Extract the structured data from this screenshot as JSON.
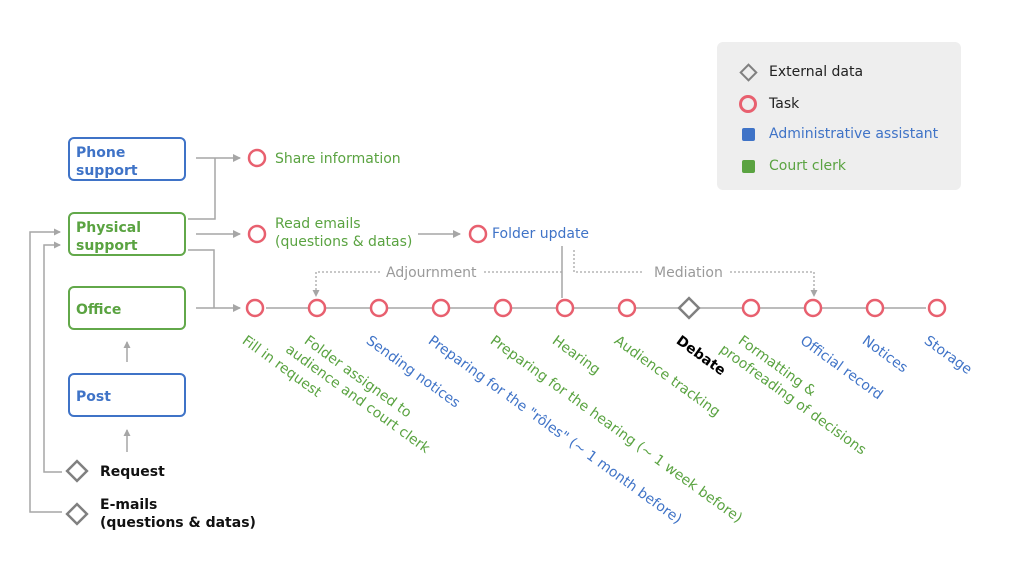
{
  "legend": {
    "items": [
      {
        "label": "External data",
        "kind": "diamond",
        "color": "#808080"
      },
      {
        "label": "Task",
        "kind": "ring",
        "color": "#e8606f"
      },
      {
        "label": "Administrative assistant",
        "kind": "square",
        "color": "#3f73c7"
      },
      {
        "label": "Court clerk",
        "kind": "square",
        "color": "#5aa341"
      }
    ]
  },
  "sources": {
    "phone": [
      "Phone",
      "support"
    ],
    "physical": [
      "Physical",
      "support"
    ],
    "office": "Office",
    "post": "Post"
  },
  "inputs": {
    "request": "Request",
    "emails": [
      "E-mails",
      "(questions & datas)"
    ]
  },
  "branch_tasks": {
    "share": "Share information",
    "read_emails": [
      "Read emails",
      "(questions & datas)"
    ],
    "folder_update": "Folder update"
  },
  "loops": {
    "adjournment": "Adjournment",
    "mediation": "Mediation"
  },
  "timeline": [
    {
      "lines": [
        "Fill in request"
      ],
      "role": "clerk",
      "kind": "task"
    },
    {
      "lines": [
        "Folder assigned to",
        "audience and court clerk"
      ],
      "role": "clerk",
      "kind": "task"
    },
    {
      "lines": [
        "Sending notices"
      ],
      "role": "assistant",
      "kind": "task"
    },
    {
      "lines": [
        "Preparing for the \"rôles\" (~ 1 month before)"
      ],
      "role": "assistant",
      "kind": "task"
    },
    {
      "lines": [
        "Preparing for the hearing  (~ 1 week before)"
      ],
      "role": "clerk",
      "kind": "task"
    },
    {
      "lines": [
        "Hearing"
      ],
      "role": "clerk",
      "kind": "task"
    },
    {
      "lines": [
        "Audience tracking"
      ],
      "role": "clerk",
      "kind": "task"
    },
    {
      "lines": [
        "Debate"
      ],
      "role": "external",
      "kind": "diamond"
    },
    {
      "lines": [
        "Formatting &",
        "proofreading of decisions"
      ],
      "role": "clerk",
      "kind": "task"
    },
    {
      "lines": [
        "Official record"
      ],
      "role": "assistant",
      "kind": "task"
    },
    {
      "lines": [
        "Notices"
      ],
      "role": "assistant",
      "kind": "task"
    },
    {
      "lines": [
        "Storage"
      ],
      "role": "assistant",
      "kind": "task"
    }
  ],
  "colors": {
    "task_ring": "#e8606f",
    "assistant": "#3f73c7",
    "clerk": "#5aa341",
    "external": "#808080",
    "connector": "#a6a6a6"
  }
}
